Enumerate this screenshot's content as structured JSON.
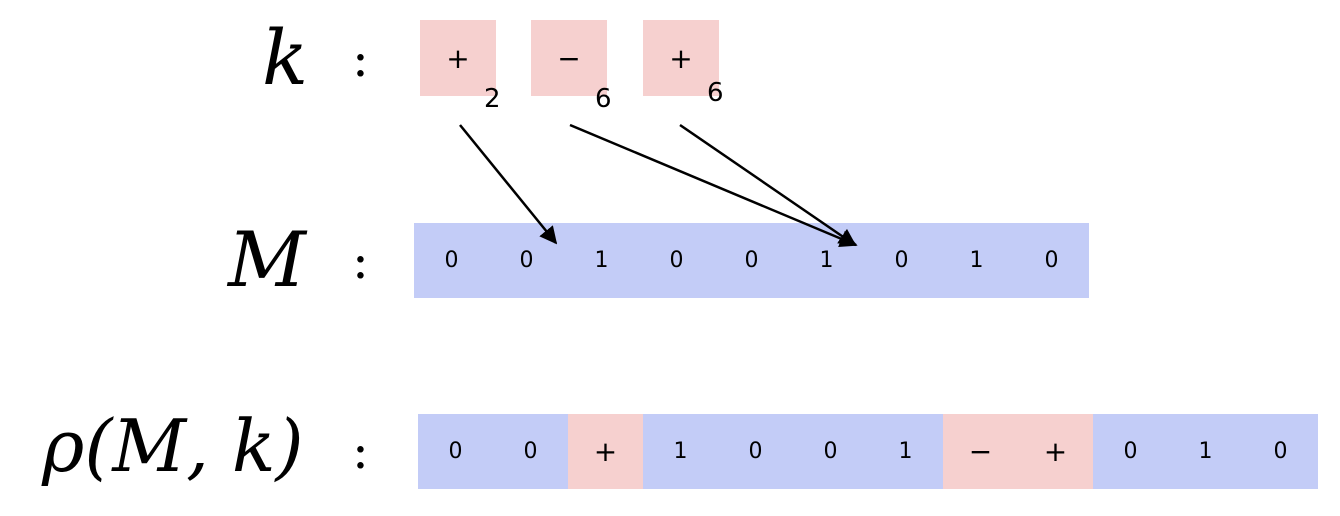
{
  "labels": {
    "k": "k",
    "m": "M",
    "rho": "ρ(M, k)",
    "colon": ":"
  },
  "colors": {
    "mask_blue": "#c3ccf7",
    "key_pink": "#f6d0cf",
    "arrow": "#000000"
  },
  "key_cells": [
    {
      "symbol": "+",
      "index": "2"
    },
    {
      "symbol": "−",
      "index": "6"
    },
    {
      "symbol": "+",
      "index": "6"
    }
  ],
  "m_cells": [
    "0",
    "0",
    "1",
    "0",
    "0",
    "1",
    "0",
    "1",
    "0"
  ],
  "rho_cells": [
    {
      "value": "0",
      "type": "m"
    },
    {
      "value": "0",
      "type": "m"
    },
    {
      "value": "+",
      "type": "k"
    },
    {
      "value": "1",
      "type": "m"
    },
    {
      "value": "0",
      "type": "m"
    },
    {
      "value": "0",
      "type": "m"
    },
    {
      "value": "1",
      "type": "m"
    },
    {
      "value": "−",
      "type": "k"
    },
    {
      "value": "+",
      "type": "k"
    },
    {
      "value": "0",
      "type": "m"
    },
    {
      "value": "1",
      "type": "m"
    },
    {
      "value": "0",
      "type": "m"
    }
  ]
}
